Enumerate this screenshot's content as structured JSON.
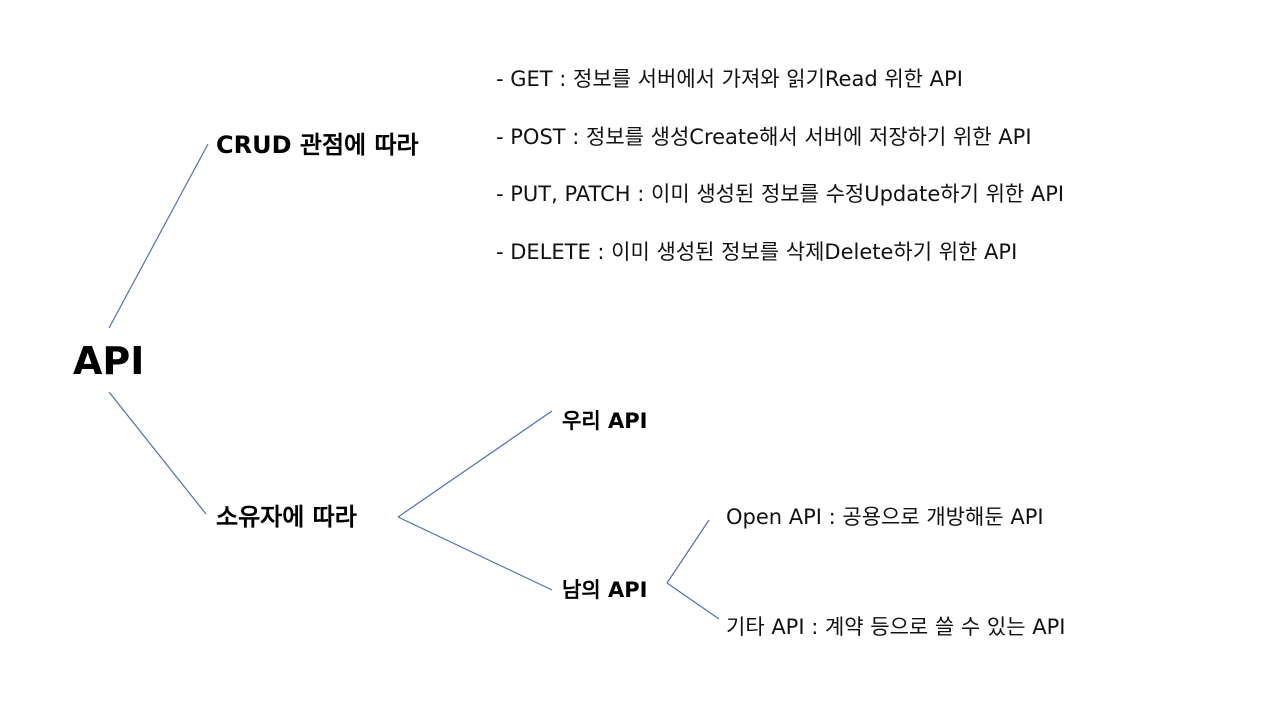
{
  "colors": {
    "line": "#4a72b8",
    "text": "#000000",
    "background": "#ffffff"
  },
  "root": {
    "label": "API"
  },
  "crud": {
    "label": "CRUD 관점에 따라",
    "items": [
      "- GET : 정보를 서버에서 가져와 읽기Read 위한 API",
      "- POST : 정보를 생성Create해서 서버에 저장하기 위한 API",
      "- PUT, PATCH : 이미 생성된 정보를 수정Update하기 위한 API",
      "- DELETE : 이미 생성된 정보를 삭제Delete하기 위한 API"
    ]
  },
  "owner": {
    "label": "소유자에 따라",
    "ours": {
      "label": "우리 API"
    },
    "others": {
      "label": "남의 API",
      "items": [
        "Open API : 공용으로 개방해둔 API",
        "기타 API : 계약 등으로 쓸 수 있는 API"
      ]
    }
  }
}
